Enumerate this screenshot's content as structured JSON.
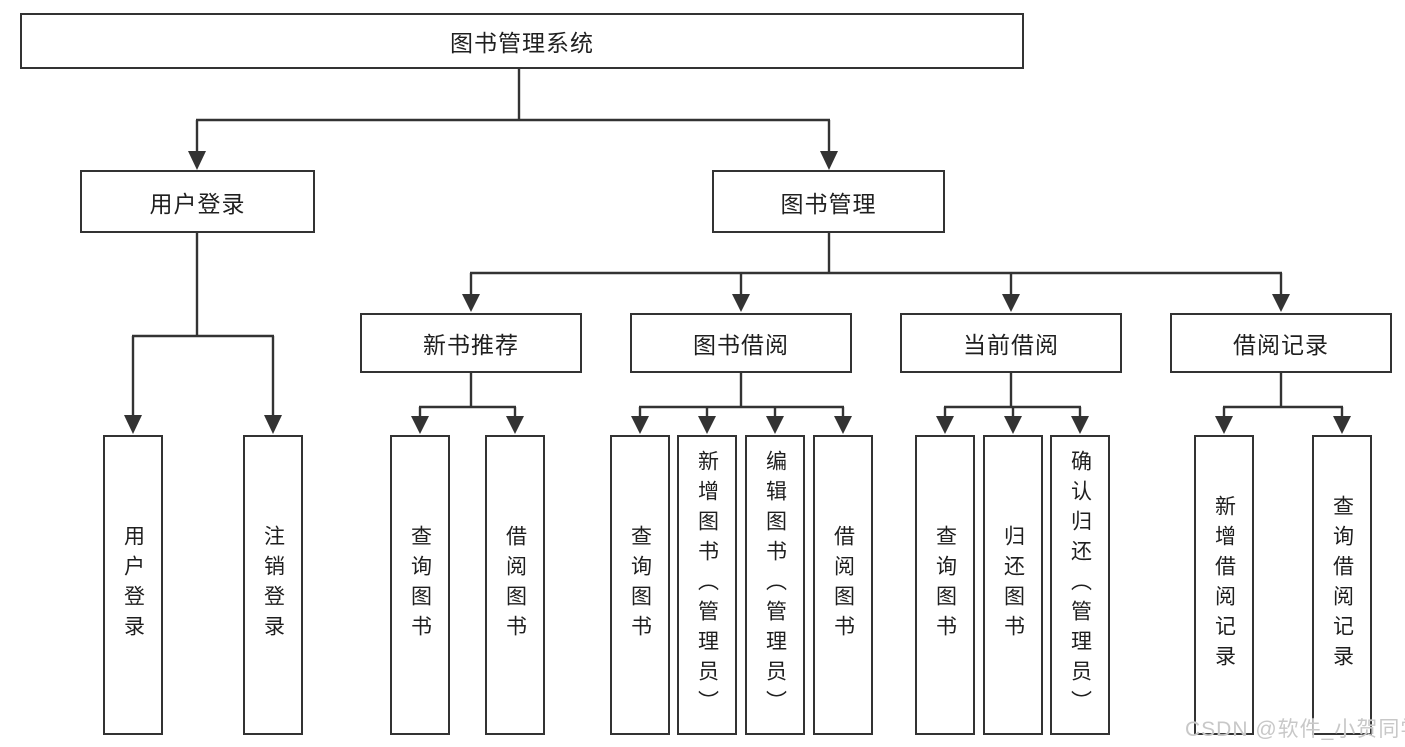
{
  "root": {
    "label": "图书管理系统"
  },
  "level2": {
    "user_login": {
      "label": "用户登录"
    },
    "book_management": {
      "label": "图书管理"
    }
  },
  "level3": {
    "new_book_recommend": {
      "label": "新书推荐"
    },
    "book_borrow": {
      "label": "图书借阅"
    },
    "current_borrow": {
      "label": "当前借阅"
    },
    "borrow_records": {
      "label": "借阅记录"
    }
  },
  "leaves": [
    {
      "label": "用户登录",
      "parent": "用户登录"
    },
    {
      "label": "注销登录",
      "parent": "用户登录"
    },
    {
      "label": "查询图书",
      "parent": "新书推荐"
    },
    {
      "label": "借阅图书",
      "parent": "新书推荐"
    },
    {
      "label": "查询图书",
      "parent": "图书借阅"
    },
    {
      "label": "新增图书（管理员）",
      "parent": "图书借阅"
    },
    {
      "label": "编辑图书（管理员）",
      "parent": "图书借阅"
    },
    {
      "label": "借阅图书",
      "parent": "图书借阅"
    },
    {
      "label": "查询图书",
      "parent": "当前借阅"
    },
    {
      "label": "归还图书",
      "parent": "当前借阅"
    },
    {
      "label": "确认归还（管理员）",
      "parent": "当前借阅"
    },
    {
      "label": "新增借阅记录",
      "parent": "借阅记录"
    },
    {
      "label": "查询借阅记录",
      "parent": "借阅记录"
    }
  ],
  "watermark": {
    "text": "CSDN @软件_小贺同学"
  },
  "colors": {
    "line": "#333333",
    "box_border": "#333333",
    "text": "#1f1f1f",
    "watermark": "#c8c8c8",
    "background": "#ffffff"
  }
}
